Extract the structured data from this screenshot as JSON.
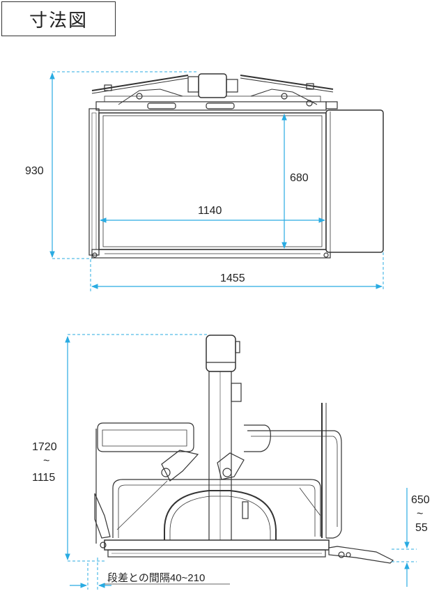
{
  "title": "寸法図",
  "top_view": {
    "overall_depth": "930",
    "platform_depth": "680",
    "platform_width": "1140",
    "overall_width": "1455"
  },
  "side_view": {
    "height_max": "1720",
    "height_sep": "~",
    "height_min": "1115",
    "step_max": "650",
    "step_sep": "~",
    "step_min": "55",
    "gap_label": "段差との間隔40~210"
  },
  "colors": {
    "dimension": "#29abe2",
    "outline": "#333333"
  }
}
